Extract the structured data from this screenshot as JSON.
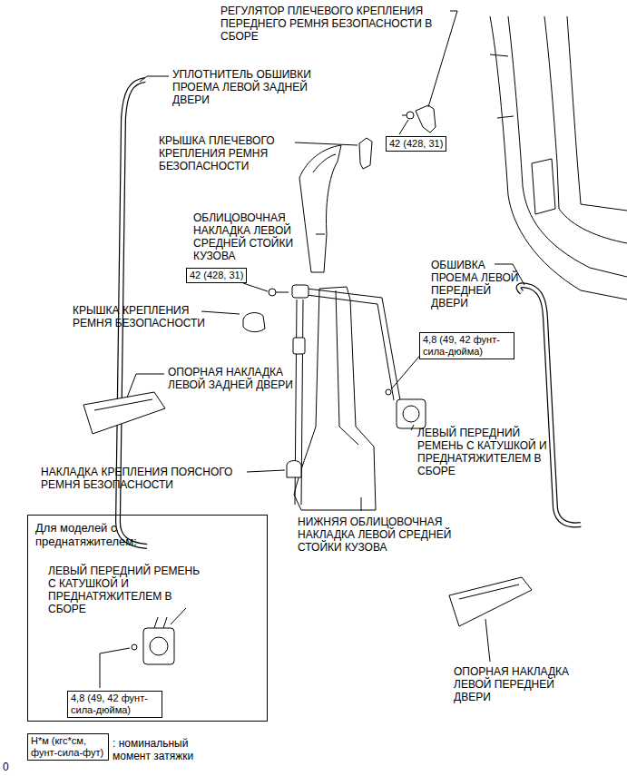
{
  "diagram": {
    "nodes": [
      {
        "text": [
          "42 (428, 31)"
        ]
      },
      {
        "text": [
          "42 (428, 31)"
        ]
      },
      {
        "text": [
          "4,8 (49, 42 фунт-сила-дюйма)"
        ]
      },
      {
        "text": [
          "Для моделей с преднатяжителем:",
          "ЛЕВЫЙ ПЕРЕДНИЙ РЕМЕНЬ С КАТУШКОЙ И ПРЕДНАТЯЖИТЕЛЕМ В СБОРЕ"
        ]
      },
      {
        "text": [
          "4,8 (49, 42 фунт-сила-дюйма)"
        ],
        "in": 3
      },
      {
        "text": [
          "Н*м (кгс*см, фунт-сила-фут)"
        ]
      }
    ],
    "labels": [
      "РЕГУЛЯТОР ПЛЕЧЕВОГО КРЕПЛЕНИЯ ПЕРЕДНЕГО РЕМНЯ БЕЗОПАСНОСТИ В СБОРЕ",
      "УПЛОТНИТЕЛЬ ОБШИВКИ ПРОЕМА ЛЕВОЙ ЗАДНЕЙ ДВЕРИ",
      "КРЫШКА ПЛЕЧЕВОГО КРЕПЛЕНИЯ РЕМНЯ БЕЗОПАСНОСТИ",
      "ОБЛИЦОВОЧНАЯ НАКЛАДКА ЛЕВОЙ СРЕДНЕЙ СТОЙКИ КУЗОВА",
      "ОБШИВКА ПРОЕМА ЛЕВОЙ ПЕРЕДНЕЙ ДВЕРИ",
      "КРЫШКА КРЕПЛЕНИЯ РЕМНЯ БЕЗОПАСНОСТИ",
      "ОПОРНАЯ НАКЛАДКА ЛЕВОЙ ЗАДНЕЙ ДВЕРИ",
      "ЛЕВЫЙ ПЕРЕДНИЙ РЕМЕНЬ С КАТУШКОЙ И ПРЕДНАТЯЖИТЕЛЕМ В СБОРЕ",
      "НАКЛАДКА КРЕПЛЕНИЯ ПОЯСНОГО РЕМНЯ БЕЗОПАСНОСТИ",
      "НИЖНЯЯ ОБЛИЦОВОЧНАЯ НАКЛАДКА ЛЕВОЙ СРЕДНЕЙ СТОЙКИ КУЗОВА",
      "ОПОРНАЯ НАКЛАДКА ЛЕВОЙ ПЕРЕДНЕЙ ДВЕРИ",
      ": номинальный момент затяжки",
      "0"
    ]
  }
}
